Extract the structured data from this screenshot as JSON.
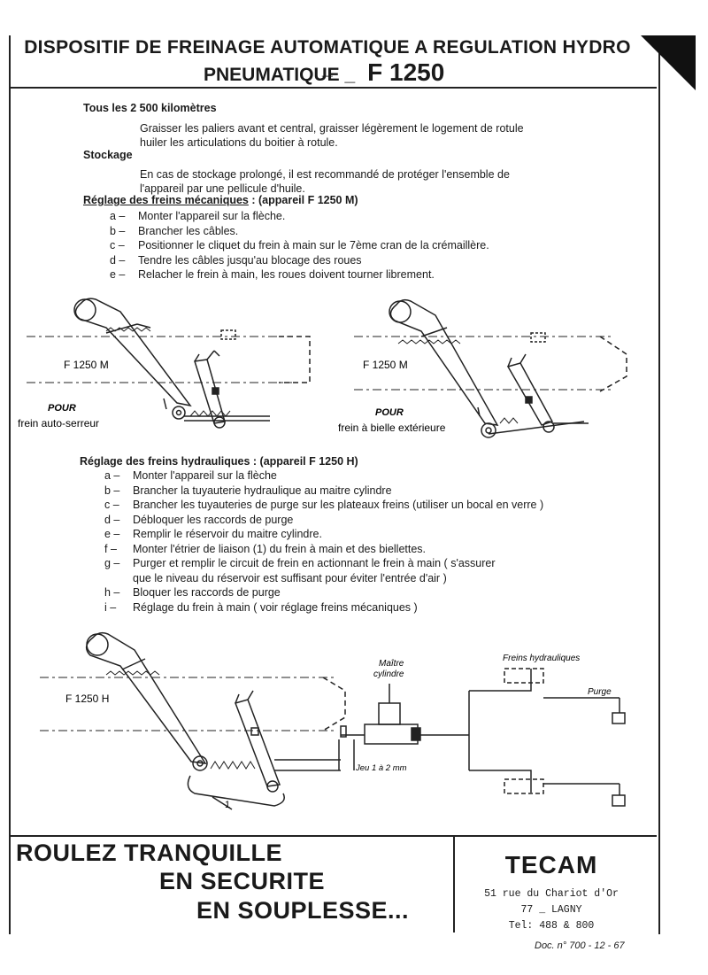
{
  "header": {
    "title_line1": "DISPOSITIF DE FREINAGE AUTOMATIQUE A REGULATION HYDRO _",
    "title_line2": "PNEUMATIQUE _",
    "model": "F 1250"
  },
  "maintenance": {
    "heading": "Tous les 2 500 kilomètres",
    "text": [
      "Graisser les paliers avant et central, graisser légèrement le logement de rotule",
      "huiler les articulations du boitier  à rotule."
    ]
  },
  "stockage": {
    "heading": "Stockage",
    "text": [
      "En cas de stockage prolongé, il est recommandé de protéger l'ensemble de",
      "l'appareil par une pellicule d'huile."
    ]
  },
  "mechanical": {
    "heading": "Réglage des freins mécaniques",
    "device": ": (appareil  F 1250 M)",
    "steps": [
      {
        "letter": "a –",
        "text": "Monter l'appareil sur la flèche."
      },
      {
        "letter": "b –",
        "text": "Brancher les câbles."
      },
      {
        "letter": "c –",
        "text": "Positionner le cliquet du frein à main sur le 7ème cran de la crémaillère."
      },
      {
        "letter": "d –",
        "text": "Tendre les câbles jusqu'au blocage des roues"
      },
      {
        "letter": "e –",
        "text": "Relacher le frein à main, les roues doivent  tourner librement."
      }
    ]
  },
  "fig1": {
    "model": "F 1250 M",
    "pour": "POUR",
    "caption": "frein auto-serreur"
  },
  "fig2": {
    "model": "F 1250 M",
    "pour": "POUR",
    "caption": "frein à bielle extérieure"
  },
  "hydraulic": {
    "heading": "Réglage des freins hydrauliques",
    "device": ": (appareil  F 1250 H)",
    "steps": [
      {
        "letter": "a –",
        "text": "Monter l'appareil sur la flèche"
      },
      {
        "letter": "b –",
        "text": "Brancher la tuyauterie hydraulique au maitre cylindre"
      },
      {
        "letter": "c –",
        "text": "Brancher les tuyauteries de purge sur les plateaux freins (utiliser un bocal en verre )"
      },
      {
        "letter": "d –",
        "text": "Débloquer les raccords de purge"
      },
      {
        "letter": "e –",
        "text": "Remplir le réservoir du maitre cylindre."
      },
      {
        "letter": "f –",
        "text": "Monter l'étrier de liaison (1) du frein à main et des biellettes."
      },
      {
        "letter": "g –",
        "text": "Purger et remplir le circuit de frein en actionnant le frein  à main ( s'assurer"
      },
      {
        "letter": "",
        "text": "que le niveau du réservoir est suffisant pour éviter l'entrée d'air )"
      },
      {
        "letter": "h –",
        "text": "Bloquer les raccords de purge"
      },
      {
        "letter": "i –",
        "text": "Réglage du frein à main ( voir réglage freins mécaniques )"
      }
    ]
  },
  "fig3": {
    "model": "F 1250 H",
    "master_cylinder": [
      "Maître",
      "cylindre"
    ],
    "play": "Jeu 1 à 2 mm",
    "brakes": "Freins hydrauliques",
    "purge": "Purge",
    "stirrup": "1"
  },
  "footer": {
    "slogan": [
      "ROULEZ  TRANQUILLE",
      "EN SECURITE",
      "EN SOUPLESSE..."
    ],
    "brand": "TECAM",
    "address": [
      "51 rue du Chariot d'Or",
      "77 _ LAGNY",
      "Tel:   488  &  800"
    ],
    "doc": "Doc. n° 700 - 12 - 67"
  }
}
